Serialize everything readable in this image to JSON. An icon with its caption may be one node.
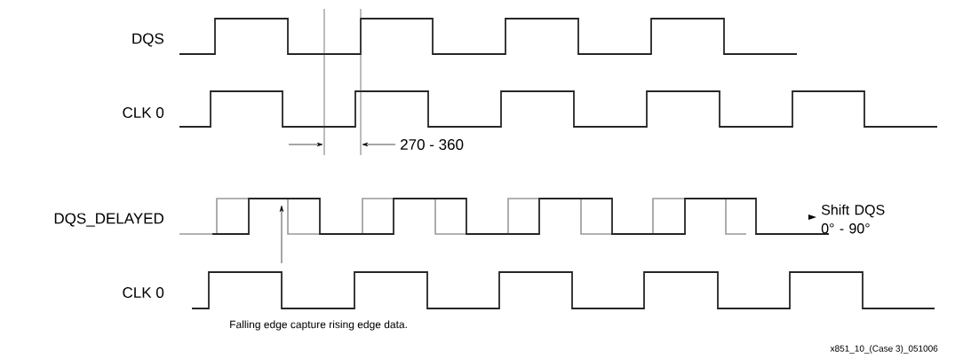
{
  "diagram": {
    "labels": [
      "DQS",
      "CLK 0",
      "270 - 360",
      "Shift DQS 0° - 90°",
      "DQS_DELAYED",
      "CLK 0",
      "Falling edge capture rising edge data.",
      "x851_10_(Case 3)_051006"
    ]
  }
}
